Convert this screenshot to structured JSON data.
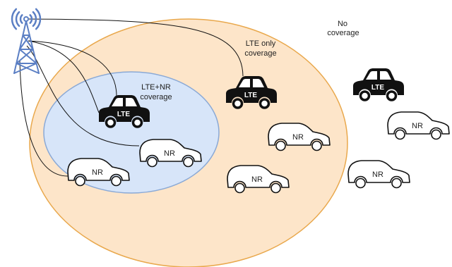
{
  "diagram": {
    "labels": {
      "lte_nr_coverage": {
        "line1": "LTE+NR",
        "line2": "coverage"
      },
      "lte_only_coverage": {
        "line1": "LTE only",
        "line2": "coverage"
      },
      "no_coverage": {
        "line1": "No",
        "line2": "coverage"
      }
    },
    "lte_cars": [
      {
        "label": "LTE"
      },
      {
        "label": "LTE"
      },
      {
        "label": "LTE"
      }
    ],
    "nr_cars": [
      {
        "label": "NR"
      },
      {
        "label": "NR"
      },
      {
        "label": "NR"
      },
      {
        "label": "NR"
      },
      {
        "label": "NR"
      },
      {
        "label": "NR"
      }
    ]
  },
  "icons": {
    "tower": "cell-tower-icon",
    "radio_waves": "radio-waves-icon",
    "lte_car": "car-icon",
    "nr_car": "car-icon"
  },
  "colors": {
    "outer_coverage_fill": "#fde5c9",
    "outer_coverage_stroke": "#e9a84c",
    "inner_coverage_fill": "#d7e5f9",
    "inner_coverage_stroke": "#8aa9d6",
    "tower": "#5b7fc4",
    "lte_car": "#111111",
    "nr_car_fill": "#ffffff",
    "nr_car_stroke": "#111111",
    "line": "#111111"
  }
}
